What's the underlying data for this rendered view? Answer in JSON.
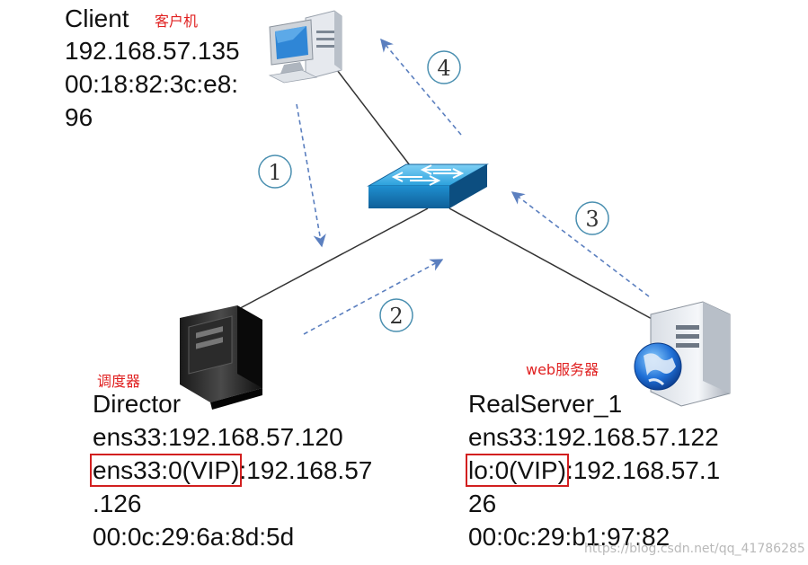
{
  "client": {
    "name": "Client",
    "role_cn": "客户机",
    "ip": "192.168.57.135",
    "mac_line1": "00:18:82:3c:e8:",
    "mac_line2": "96"
  },
  "director": {
    "role_cn": "调度器",
    "name": "Director",
    "ens33": "ens33:192.168.57.120",
    "vip_iface": "ens33:0(VIP)",
    "vip_ip_part1": ":192.168.57",
    "vip_ip_part2": ".126",
    "mac": "00:0c:29:6a:8d:5d"
  },
  "realserver": {
    "role_cn": "web服务器",
    "name": "RealServer_1",
    "ens33": "ens33:192.168.57.122",
    "vip_iface": "lo:0(VIP)",
    "vip_ip_part1": ":192.168.57.1",
    "vip_ip_part2": "26",
    "mac": "00:0c:29:b1:97:82"
  },
  "steps": [
    "1",
    "2",
    "3",
    "4"
  ],
  "watermark": "https://blog.csdn.net/qq_41786285",
  "colors": {
    "cn_label": "#e02020",
    "highlight_box": "#d21f1f",
    "dashed_arrow": "#5b7fbf",
    "step_circle": "#4a8fb0",
    "switch_blue": "#1a8ac8"
  },
  "icons": [
    "desktop-computer-icon",
    "network-switch-icon",
    "tower-server-icon",
    "web-server-globe-icon"
  ]
}
